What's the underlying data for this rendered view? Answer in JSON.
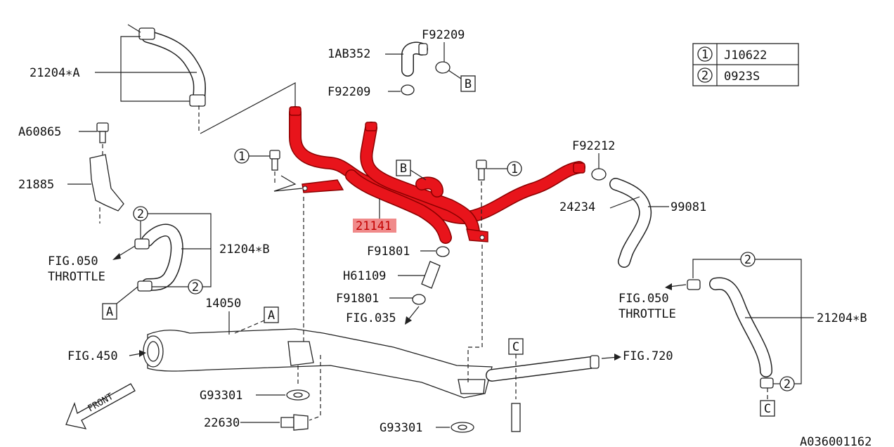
{
  "legend": [
    {
      "marker": "1",
      "part": "J10622"
    },
    {
      "marker": "2",
      "part": "0923S"
    }
  ],
  "labels": {
    "hose_upper_a": "21204∗A",
    "bolt_a": "A60865",
    "bracket": "21885",
    "pipe_1ab": "1AB352",
    "clamp_top": "F92209",
    "clamp_top2": "F92209",
    "ref_b_top": "B",
    "ref_b_mid": "B",
    "main_pipe": "21141",
    "clamp_right": "F92212",
    "hose_right_num": "24234",
    "hose_right": "99081",
    "hose_left_b": "21204∗B",
    "fig050_left": "FIG.050",
    "throttle_left": "THROTTLE",
    "ref_a_left": "A",
    "clamp_f91801_a": "F91801",
    "hose_h61109": "H61109",
    "clamp_f91801_b": "F91801",
    "fig035": "FIG.035",
    "manifold": "14050",
    "ref_a_mid": "A",
    "fig450": "FIG.450",
    "ref_c_mid": "C",
    "fig720": "FIG.720",
    "gasket_a": "G93301",
    "sensor": "22630",
    "gasket_b": "G93301",
    "fig050_right": "FIG.050",
    "throttle_right": "THROTTLE",
    "hose_right_b": "21204∗B",
    "ref_c_right": "C",
    "front": "FRONT",
    "callout_1a": "1",
    "callout_1b": "1",
    "callout_2a": "2",
    "callout_2b": "2",
    "callout_2c": "2",
    "callout_2d": "2",
    "diagram_id": "A036001162"
  },
  "colors": {
    "highlight": "#e8141b",
    "highlight_label_bg": "#f08a8a"
  }
}
